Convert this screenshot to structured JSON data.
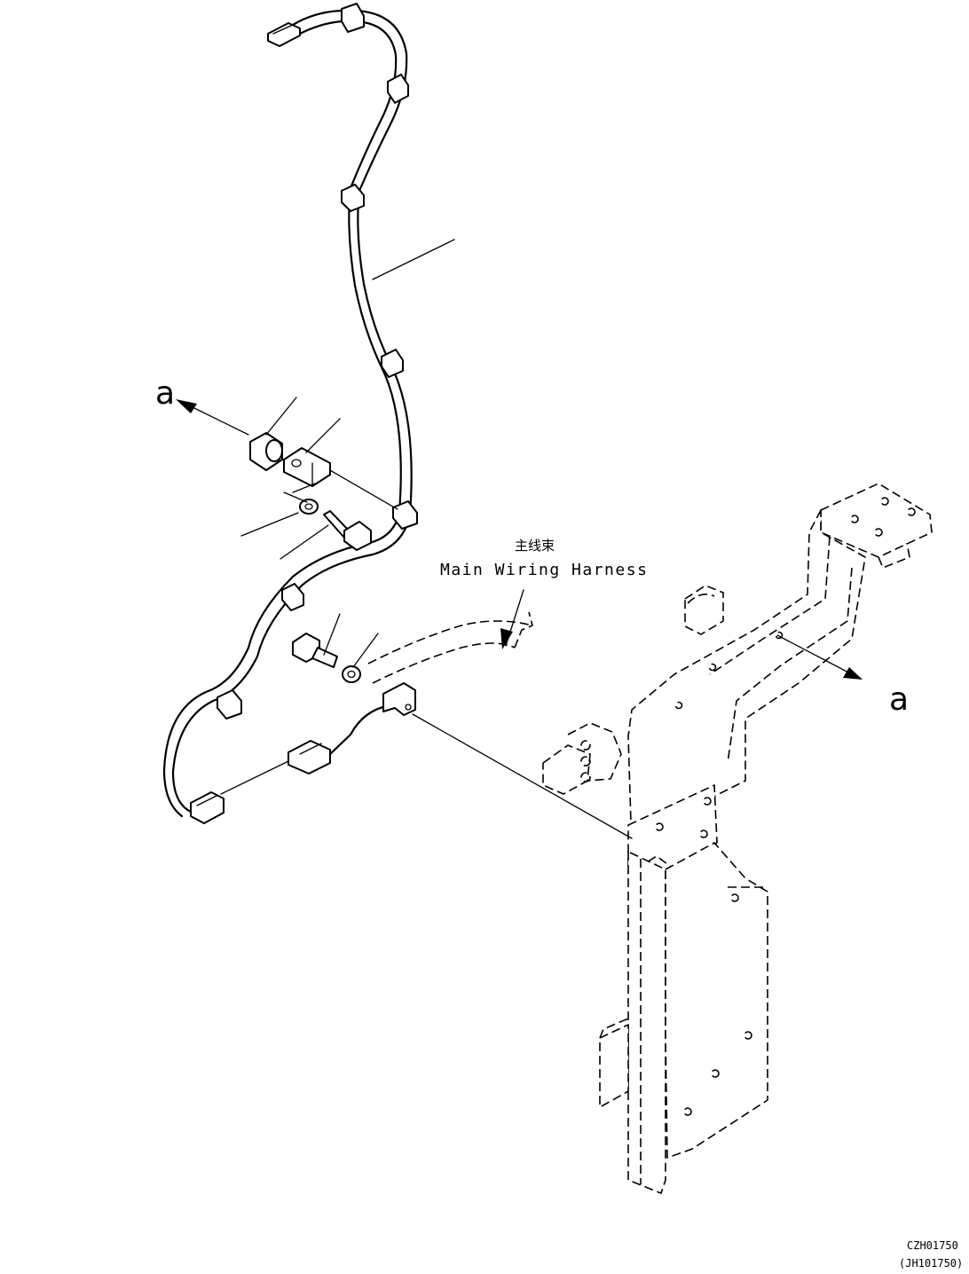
{
  "labels": {
    "ref_a_left": "a",
    "ref_a_right": "a",
    "main_harness_cn": "主线束",
    "main_harness_en": "Main Wiring Harness"
  },
  "drawing_codes": {
    "code": "CZH01750",
    "alt_code": "(JH101750)"
  }
}
